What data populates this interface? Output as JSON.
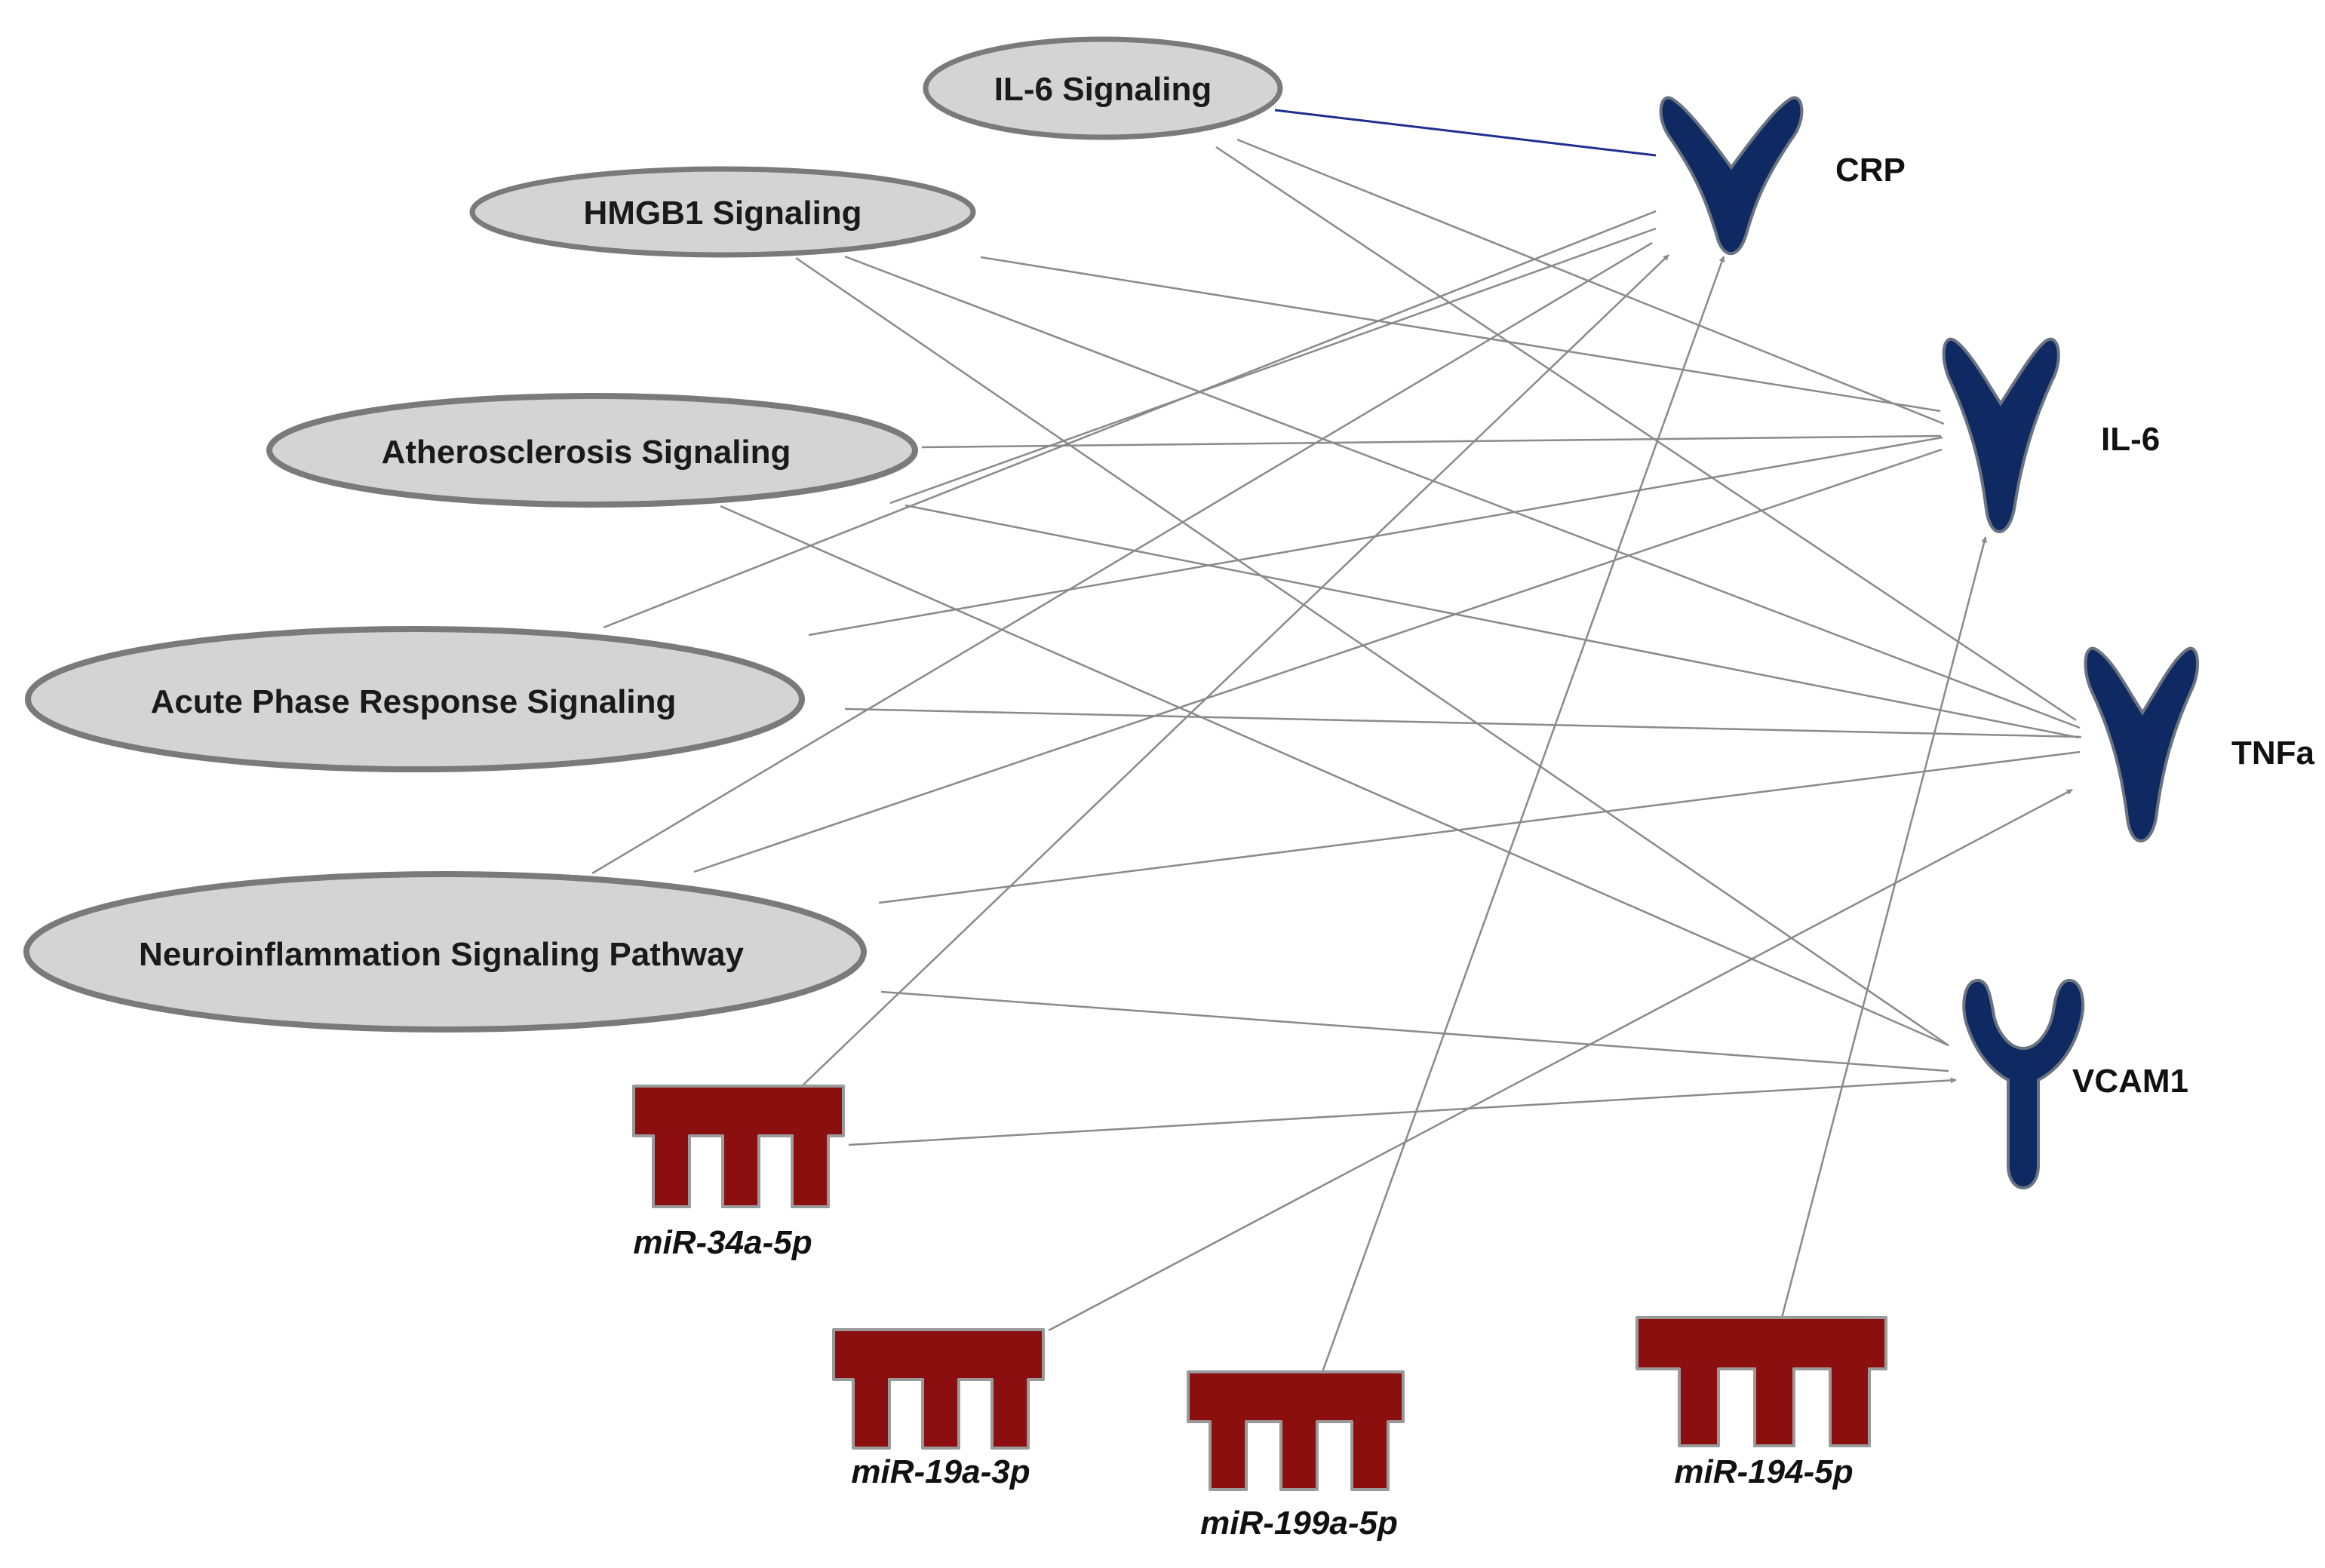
{
  "colors": {
    "receptor": "#0f2a63",
    "mirna": "#8b0f0f",
    "edge": "#8a8a8a",
    "edge_highlight": "#1f2f8f",
    "pathway_fill": "#d4d4d4",
    "pathway_border": "#7a7a7a"
  },
  "pathways": [
    {
      "id": "p_il6",
      "label": "IL-6 Signaling"
    },
    {
      "id": "p_hmgb1",
      "label": "HMGB1 Signaling"
    },
    {
      "id": "p_ath",
      "label": "Atherosclerosis Signaling"
    },
    {
      "id": "p_apr",
      "label": "Acute Phase Response Signaling"
    },
    {
      "id": "p_neuro",
      "label": "Neuroinflammation Signaling Pathway"
    }
  ],
  "receptors": [
    {
      "id": "r_crp",
      "label": "CRP",
      "icon": "receptor-icon"
    },
    {
      "id": "r_il6",
      "label": "IL-6",
      "icon": "receptor-icon"
    },
    {
      "id": "r_tnfa",
      "label": "TNFa",
      "icon": "receptor-icon"
    },
    {
      "id": "r_vcam1",
      "label": "VCAM1",
      "icon": "adhesion-receptor-icon"
    }
  ],
  "mirnas": [
    {
      "id": "m_34a",
      "label": "miR-34a-5p",
      "icon": "microrna-icon"
    },
    {
      "id": "m_19a",
      "label": "miR-19a-3p",
      "icon": "microrna-icon"
    },
    {
      "id": "m_199a",
      "label": "miR-199a-5p",
      "icon": "microrna-icon"
    },
    {
      "id": "m_194",
      "label": "miR-194-5p",
      "icon": "microrna-icon"
    }
  ],
  "edges": [
    {
      "from": "p_il6",
      "to": "r_crp",
      "style": "highlight"
    },
    {
      "from": "p_il6",
      "to": "r_il6"
    },
    {
      "from": "p_il6",
      "to": "r_tnfa"
    },
    {
      "from": "p_hmgb1",
      "to": "r_il6"
    },
    {
      "from": "p_hmgb1",
      "to": "r_tnfa"
    },
    {
      "from": "p_hmgb1",
      "to": "r_vcam1"
    },
    {
      "from": "p_ath",
      "to": "r_crp"
    },
    {
      "from": "p_ath",
      "to": "r_il6"
    },
    {
      "from": "p_ath",
      "to": "r_tnfa"
    },
    {
      "from": "p_ath",
      "to": "r_vcam1"
    },
    {
      "from": "p_apr",
      "to": "r_crp"
    },
    {
      "from": "p_apr",
      "to": "r_il6"
    },
    {
      "from": "p_apr",
      "to": "r_tnfa"
    },
    {
      "from": "p_neuro",
      "to": "r_crp"
    },
    {
      "from": "p_neuro",
      "to": "r_il6"
    },
    {
      "from": "p_neuro",
      "to": "r_tnfa"
    },
    {
      "from": "p_neuro",
      "to": "r_vcam1"
    },
    {
      "from": "m_34a",
      "to": "r_crp",
      "arrow": true
    },
    {
      "from": "m_34a",
      "to": "r_vcam1",
      "arrow": true
    },
    {
      "from": "m_19a",
      "to": "r_tnfa",
      "arrow": true
    },
    {
      "from": "m_199a",
      "to": "r_crp",
      "arrow": true
    },
    {
      "from": "m_194",
      "to": "r_il6",
      "arrow": true
    }
  ]
}
